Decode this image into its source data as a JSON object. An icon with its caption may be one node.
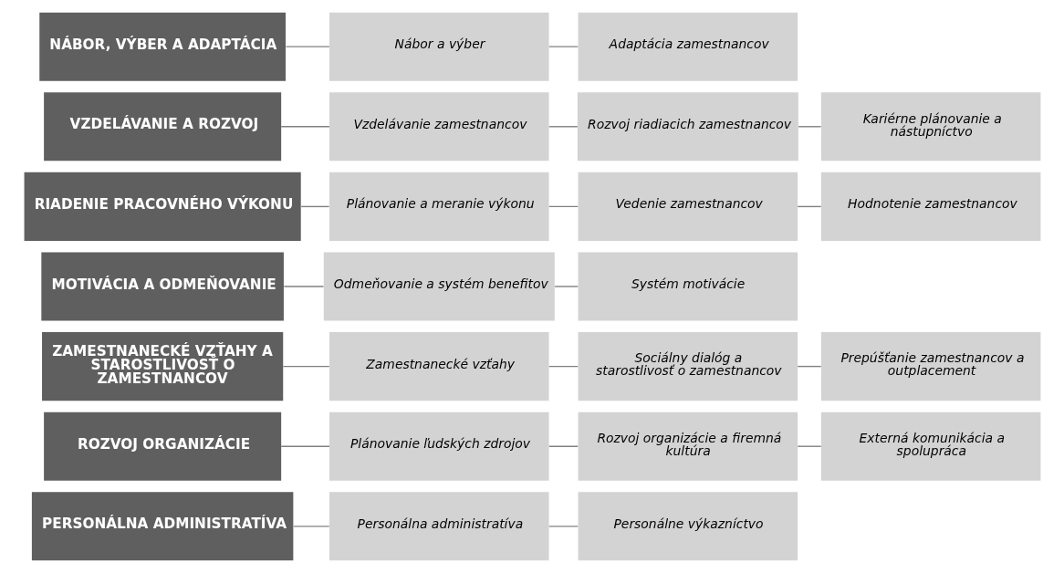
{
  "diagram": {
    "nodes": [
      {
        "text": [
          "NÁBOR, VÝBER A ADAPTÁCIA"
        ]
      },
      {
        "text": [
          "Nábor a výber"
        ]
      },
      {
        "text": [
          "Adaptácia zamestnancov"
        ]
      },
      {
        "text": [
          "VZDELÁVANIE A ROZVOJ"
        ]
      },
      {
        "text": [
          "Vzdelávanie zamestnancov"
        ]
      },
      {
        "text": [
          "Rozvoj riadiacich zamestnancov"
        ]
      },
      {
        "text": [
          "Kariérne plánovanie a nástupníctvo"
        ]
      },
      {
        "text": [
          "RIADENIE PRACOVNÉHO VÝKONU"
        ]
      },
      {
        "text": [
          "Plánovanie a meranie výkonu"
        ]
      },
      {
        "text": [
          "Vedenie zamestnancov"
        ]
      },
      {
        "text": [
          "Hodnotenie zamestnancov"
        ]
      },
      {
        "text": [
          "MOTIVÁCIA A ODMEŇOVANIE"
        ]
      },
      {
        "text": [
          "Odmeňovanie a systém benefitov"
        ]
      },
      {
        "text": [
          "Systém motivácie"
        ]
      },
      {
        "text": [
          "ZAMESTNANECKÉ VZŤAHY A STAROSTLIVOSŤ O ZAMESTNANCOV"
        ]
      },
      {
        "text": [
          "Zamestnanecké vzťahy"
        ]
      },
      {
        "text": [
          "Sociálny dialóg a starostlivosť o zamestnancov"
        ]
      },
      {
        "text": [
          "Prepúšťanie zamestnancov a outplacement"
        ]
      },
      {
        "text": [
          "ROZVOJ ORGANIZÁCIE"
        ]
      },
      {
        "text": [
          "Plánovanie ľudských zdrojov"
        ]
      },
      {
        "text": [
          "Rozvoj organizácie a firemná kultúra"
        ]
      },
      {
        "text": [
          "Externá komunikácia a spolupráca"
        ]
      },
      {
        "text": [
          "PERSONÁLNA ADMINISTRATÍVA"
        ]
      },
      {
        "text": [
          "Personálna administratíva"
        ]
      },
      {
        "text": [
          "Personálne výkazníctvo"
        ]
      }
    ],
    "edges": [
      {
        "from": 0,
        "to": 1,
        "arrow": "none"
      },
      {
        "from": 1,
        "to": 2,
        "arrow": "none"
      },
      {
        "from": 3,
        "to": 4,
        "arrow": "none"
      },
      {
        "from": 4,
        "to": 5,
        "arrow": "none"
      },
      {
        "from": 5,
        "to": 6,
        "arrow": "none"
      },
      {
        "from": 7,
        "to": 8,
        "arrow": "none"
      },
      {
        "from": 8,
        "to": 9,
        "arrow": "none"
      },
      {
        "from": 9,
        "to": 10,
        "arrow": "none"
      },
      {
        "from": 11,
        "to": 12,
        "arrow": "none"
      },
      {
        "from": 12,
        "to": 13,
        "arrow": "none"
      },
      {
        "from": 14,
        "to": 15,
        "arrow": "none"
      },
      {
        "from": 15,
        "to": 16,
        "arrow": "none"
      },
      {
        "from": 16,
        "to": 17,
        "arrow": "none"
      },
      {
        "from": 18,
        "to": 19,
        "arrow": "none"
      },
      {
        "from": 19,
        "to": 20,
        "arrow": "none"
      },
      {
        "from": 20,
        "to": 21,
        "arrow": "none"
      },
      {
        "from": 22,
        "to": 23,
        "arrow": "none"
      },
      {
        "from": 23,
        "to": 24,
        "arrow": "none"
      }
    ]
  }
}
